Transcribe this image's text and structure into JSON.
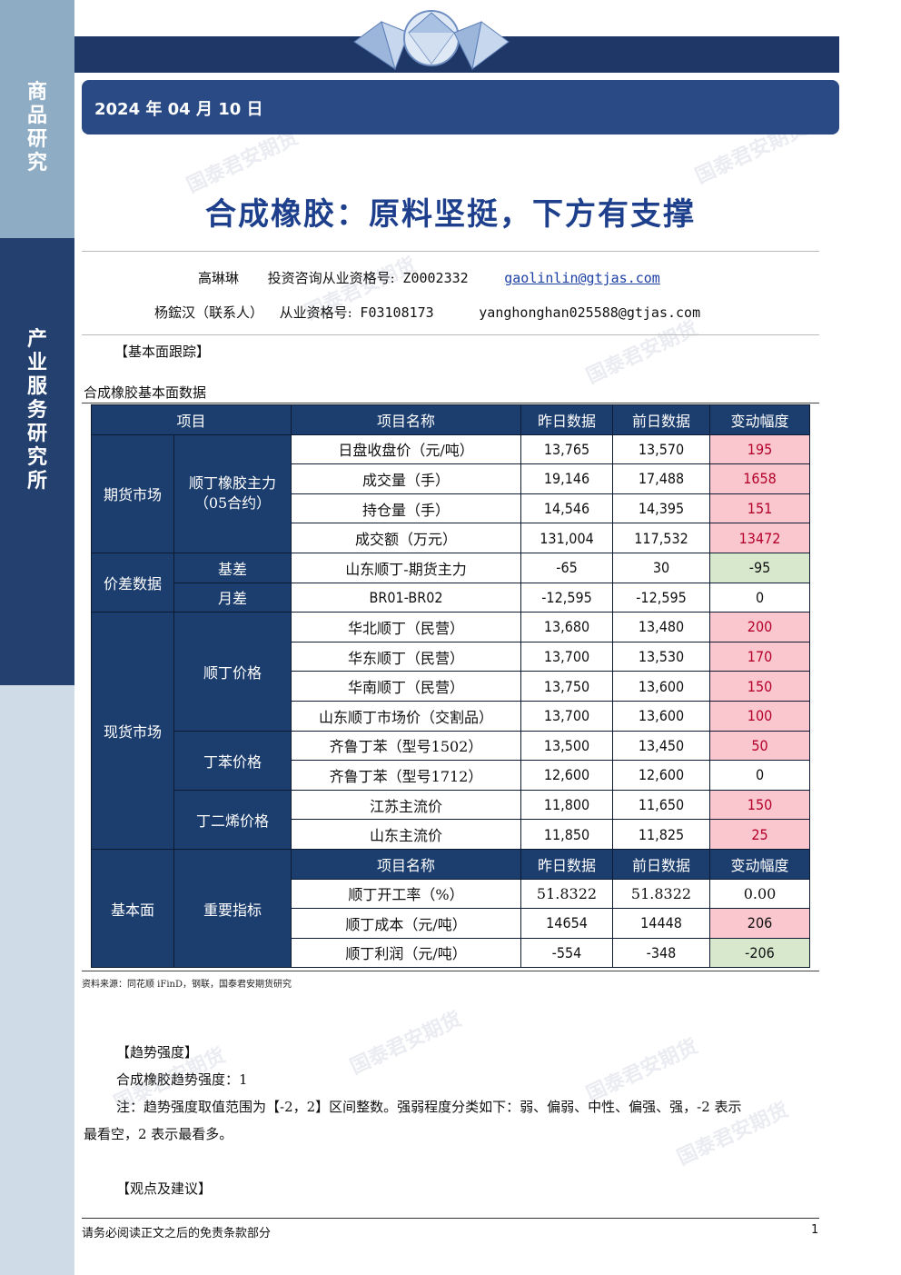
{
  "sidebar": {
    "top_label": "商品研究",
    "mid_label": "产业服务研究所"
  },
  "header": {
    "date": "2024 年 04 月 10 日"
  },
  "title": "合成橡胶：原料坚挺，下方有支撑",
  "authors": [
    {
      "name": "高琳琳",
      "qual_label": "投资咨询从业资格号:",
      "qual_id": "Z0002332",
      "email": "gaolinlin@gtjas.com"
    },
    {
      "name": "杨鋐汉（联系人）",
      "qual_label": "从业资格号:",
      "qual_id": "F03108173",
      "email": "yanghonghan025588@gtjas.com"
    }
  ],
  "section1": "【基本面跟踪】",
  "table_caption": "合成橡胶基本面数据",
  "table": {
    "header": [
      "项目",
      "项目名称",
      "昨日数据",
      "前日数据",
      "变动幅度"
    ],
    "groups": {
      "futures": "期货市场",
      "futures_sub": "顺丁橡胶主力（05合约）",
      "spread": "价差数据",
      "basis": "基差",
      "monthly": "月差",
      "spot": "现货市场",
      "br_price": "顺丁价格",
      "bd_price": "丁苯价格",
      "butadiene": "丁二烯价格",
      "fundamental": "基本面",
      "key_ind": "重要指标"
    },
    "rows": [
      [
        "日盘收盘价（元/吨）",
        "13,765",
        "13,570",
        "195"
      ],
      [
        "成交量（手）",
        "19,146",
        "17,488",
        "1658"
      ],
      [
        "持仓量（手）",
        "14,546",
        "14,395",
        "151"
      ],
      [
        "成交额（万元）",
        "131,004",
        "117,532",
        "13472"
      ],
      [
        "山东顺丁-期货主力",
        "-65",
        "30",
        "-95"
      ],
      [
        "BR01-BR02",
        "-12,595",
        "-12,595",
        "0"
      ],
      [
        "华北顺丁（民营）",
        "13,680",
        "13,480",
        "200"
      ],
      [
        "华东顺丁（民营）",
        "13,700",
        "13,530",
        "170"
      ],
      [
        "华南顺丁（民营）",
        "13,750",
        "13,600",
        "150"
      ],
      [
        "山东顺丁市场价（交割品）",
        "13,700",
        "13,600",
        "100"
      ],
      [
        "齐鲁丁苯（型号1502）",
        "13,500",
        "13,450",
        "50"
      ],
      [
        "齐鲁丁苯（型号1712）",
        "12,600",
        "12,600",
        "0"
      ],
      [
        "江苏主流价",
        "11,800",
        "11,650",
        "150"
      ],
      [
        "山东主流价",
        "11,850",
        "11,825",
        "25"
      ]
    ],
    "sub_header": [
      "项目名称",
      "昨日数据",
      "前日数据",
      "变动幅度"
    ],
    "rows2": [
      [
        "顺丁开工率（%）",
        "51.8322",
        "51.8322",
        "0.00"
      ],
      [
        "顺丁成本（元/吨）",
        "14654",
        "14448",
        "206"
      ],
      [
        "顺丁利润（元/吨）",
        "-554",
        "-348",
        "-206"
      ]
    ],
    "colors": {
      "header_bg": "#1c3e6e",
      "pos_bg": "#f9c7cd",
      "neg_bg": "#d7e8cd"
    }
  },
  "source": "资料来源：同花顺 iFinD，钢联，国泰君安期货研究",
  "section2": "【趋势强度】",
  "trend_line": "合成橡胶趋势强度：1",
  "note_line1": "注：趋势强度取值范围为【-2，2】区间整数。强弱程度分类如下：弱、偏弱、中性、偏强、强，-2 表示",
  "note_line2": "最看空，2 表示最看多。",
  "section3": "【观点及建议】",
  "footer": {
    "disclaimer": "请务必阅读正文之后的免责条款部分",
    "page": "1"
  },
  "watermark": "国泰君安期货"
}
